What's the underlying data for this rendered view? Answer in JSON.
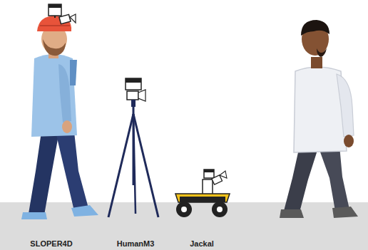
{
  "diagram": {
    "labels": [
      "SLOPER4D",
      "HumanM3",
      "Jackal"
    ]
  }
}
